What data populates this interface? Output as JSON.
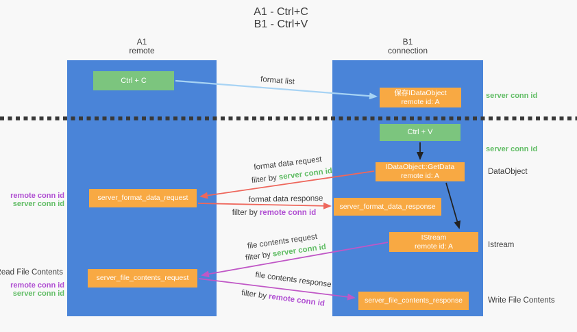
{
  "title": {
    "line1": "A1 - Ctrl+C",
    "line2": "B1 - Ctrl+V"
  },
  "columns": {
    "a1": {
      "name": "A1",
      "subtitle": "remote"
    },
    "b1": {
      "name": "B1",
      "subtitle": "connection"
    }
  },
  "nodes": {
    "ctrl_c": {
      "label": "Ctrl + C"
    },
    "save_idataobject": {
      "line1": "保存IDataObject",
      "line2": "remote id: A"
    },
    "ctrl_v": {
      "label": "Ctrl + V"
    },
    "getdata": {
      "line1": "IDataObject::GetData",
      "line2": "remote id: A"
    },
    "format_request": {
      "label": "server_format_data_request"
    },
    "format_response": {
      "label": "server_format_data_response"
    },
    "istream": {
      "line1": "IStream",
      "line2": "remote id: A"
    },
    "file_request": {
      "label": "server_file_contents_request"
    },
    "file_response": {
      "label": "server_file_contents_response"
    }
  },
  "edge_labels": {
    "format_list": "format list",
    "format_data_request": "format data request",
    "format_data_response": "format data response",
    "file_contents_request": "file contents request",
    "file_contents_response": "file contents response",
    "filter_by": "filter by",
    "server_conn_id": "server conn id",
    "remote_conn_id": "remote conn id"
  },
  "side_labels": {
    "right_server_conn_id_top": "server conn id",
    "right_server_conn_id_mid": "server conn id",
    "right_dataobject": "DataObject",
    "right_istream": "Istream",
    "right_write_file_contents": "Write File Contents",
    "left_remote_conn_id_1": "remote conn id",
    "left_server_conn_id_1": "server conn id",
    "left_read_file_contents": "Read File Contents",
    "left_remote_conn_id_2": "remote conn id",
    "left_server_conn_id_2": "server conn id"
  },
  "colors": {
    "background": "#f8f8f8",
    "column_blue": "#4a84d8",
    "node_green": "#7cc57e",
    "node_orange": "#f8a943",
    "arrow_light_blue": "#a7d3f4",
    "arrow_black": "#222222",
    "arrow_red": "#ee675c",
    "arrow_magenta": "#c057c6",
    "text_green": "#62bd66",
    "text_purple": "#b04fd2",
    "text_gray": "#3d3d3d",
    "dotted_line": "#383838"
  }
}
